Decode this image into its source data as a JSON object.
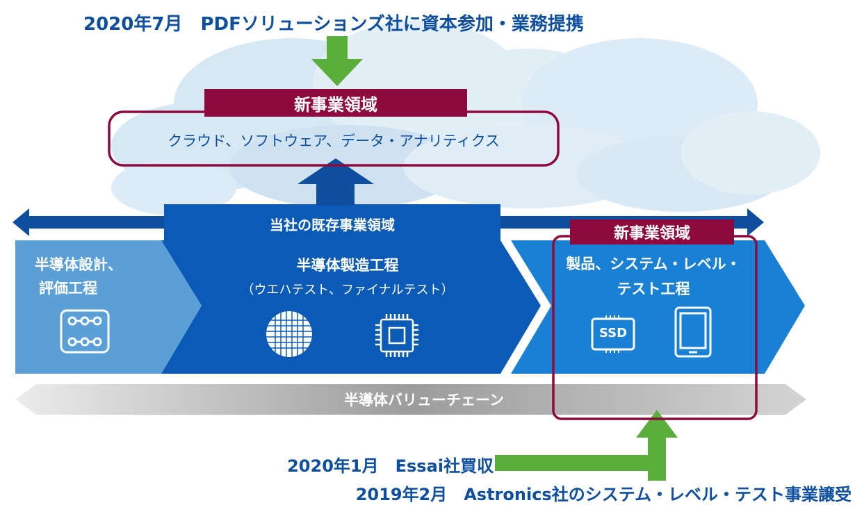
{
  "top_event": "2020年7月　PDFソリューションズ社に資本参加・業務提携",
  "cloud_domain": {
    "badge": "新事業領域",
    "text": "クラウド、ソフトウェア、データ・アナリティクス"
  },
  "existing_domain_label": "当社の既存事業領域",
  "stages": [
    {
      "line1": "半導体設計、",
      "line2": "評価工程"
    },
    {
      "line1": "半導体製造工程",
      "line2": "（ウエハテスト、ファイナルテスト）"
    },
    {
      "line1": "製品、システム・レベル・",
      "line2": "テスト工程"
    }
  ],
  "slt_domain_badge": "新事業領域",
  "ssd_icon_text": "SSD",
  "value_chain_label": "半導体バリューチェーン",
  "bottom_events": [
    "2020年1月　Essai社買収",
    "2019年2月　Astronics社のシステム・レベル・テスト事業譲受"
  ],
  "colors": {
    "green_arrow": "#5aae3c",
    "crimson": "#8e0a3c",
    "dark_blue": "#0d4f9e",
    "light_blue": "#5a9fd6",
    "mid_blue": "#0a5ab6",
    "bright_blue": "#1a80d4",
    "gray": "#c4c4c4"
  },
  "icons": [
    "circuit-icon",
    "wafer-icon",
    "chip-icon",
    "ssd-icon",
    "tablet-icon",
    "cloud-icon",
    "green-arrow-icon"
  ]
}
